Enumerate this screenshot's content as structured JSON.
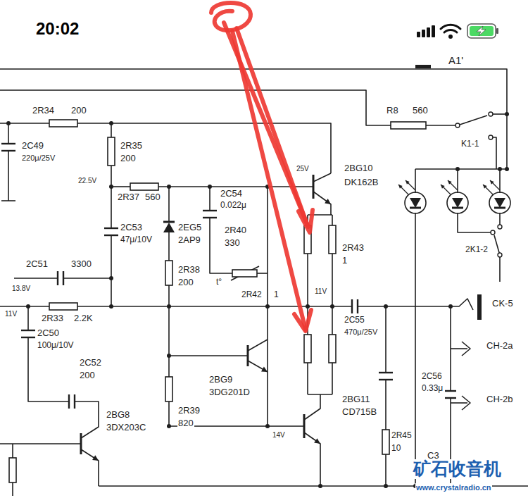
{
  "diagram": {
    "labels": [
      "20:02",
      "A1'",
      "2R34",
      "200",
      "2C49",
      "220μ/25V",
      "2R35",
      "200",
      "22.5V",
      "2R37",
      "560",
      "2C54",
      "0.022μ",
      "25V",
      "2BG10",
      "DK162B",
      "R8",
      "560",
      "K1-1",
      "2EG5",
      "2AP9",
      "2C53",
      "47μ/10V",
      "2R40",
      "330",
      "t°",
      "2C51",
      "3300",
      "13.8V",
      "2R38",
      "200",
      "2R42",
      "1",
      "2R43",
      "1",
      "2R33",
      "2.2K",
      "11V",
      "2C55",
      "470μ/25V",
      "CK-5",
      "CH-2a",
      "CH-2b",
      "2C56",
      "0.33μ",
      "C3",
      "2BG11",
      "CD715B",
      "2R45",
      "10",
      "2K1-2",
      "11V",
      "2C50",
      "100μ/10V",
      "2C52",
      "200",
      "2BG8",
      "3DX203C",
      "2R39",
      "820",
      "2BG9",
      "3DG201D",
      "14V",
      "矿石收音机",
      "www.crystalradio.cn"
    ]
  }
}
